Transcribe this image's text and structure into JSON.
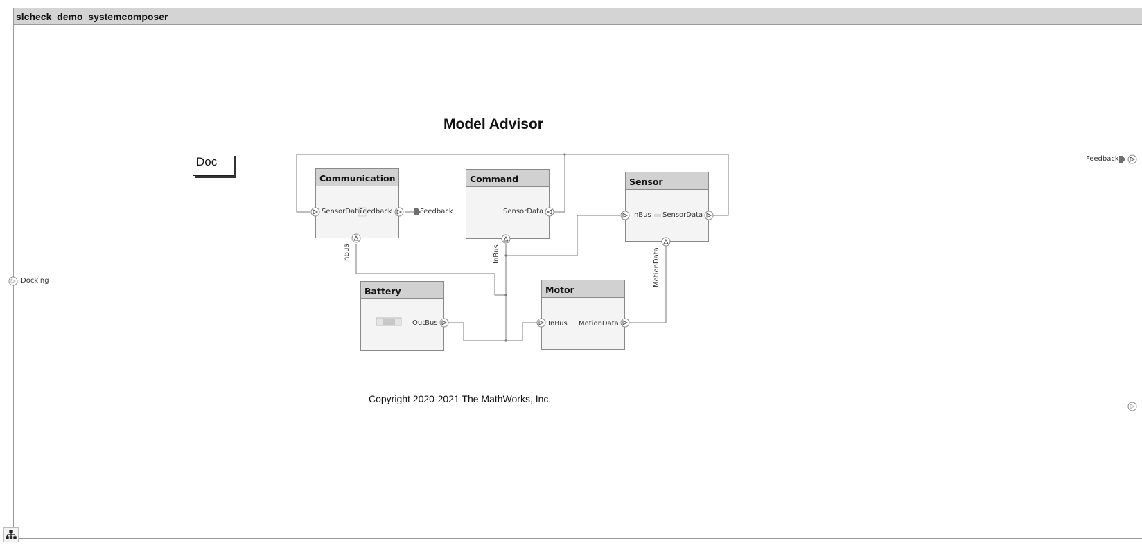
{
  "window": {
    "title": "slcheck_demo_systemcomposer"
  },
  "diagram": {
    "title": "Model Advisor",
    "copyright": "Copyright 2020-2021 The MathWorks, Inc.",
    "doc_block": "Doc",
    "root_ports": {
      "docking": "Docking",
      "feedback": "Feedback"
    },
    "components": {
      "communication": {
        "name": "Communication",
        "port_in": "SensorData",
        "port_out": "Feedback",
        "port_bottom": "InBus",
        "external_port": "Feedback"
      },
      "command": {
        "name": "Command",
        "port_right": "SensorData",
        "port_bottom": "InBus"
      },
      "sensor": {
        "name": "Sensor",
        "port_in": "InBus",
        "port_out": "SensorData",
        "port_bottom": "MotionData"
      },
      "battery": {
        "name": "Battery",
        "port_out": "OutBus"
      },
      "motor": {
        "name": "Motor",
        "port_in": "InBus",
        "port_out": "MotionData"
      }
    }
  },
  "colors": {
    "titlebar": "#d4d4d4",
    "block_header": "#d1d1d1",
    "block_body": "#f4f4f4",
    "connector": "#7a7a7a"
  },
  "icons": {
    "navigator": "hierarchy-icon"
  }
}
